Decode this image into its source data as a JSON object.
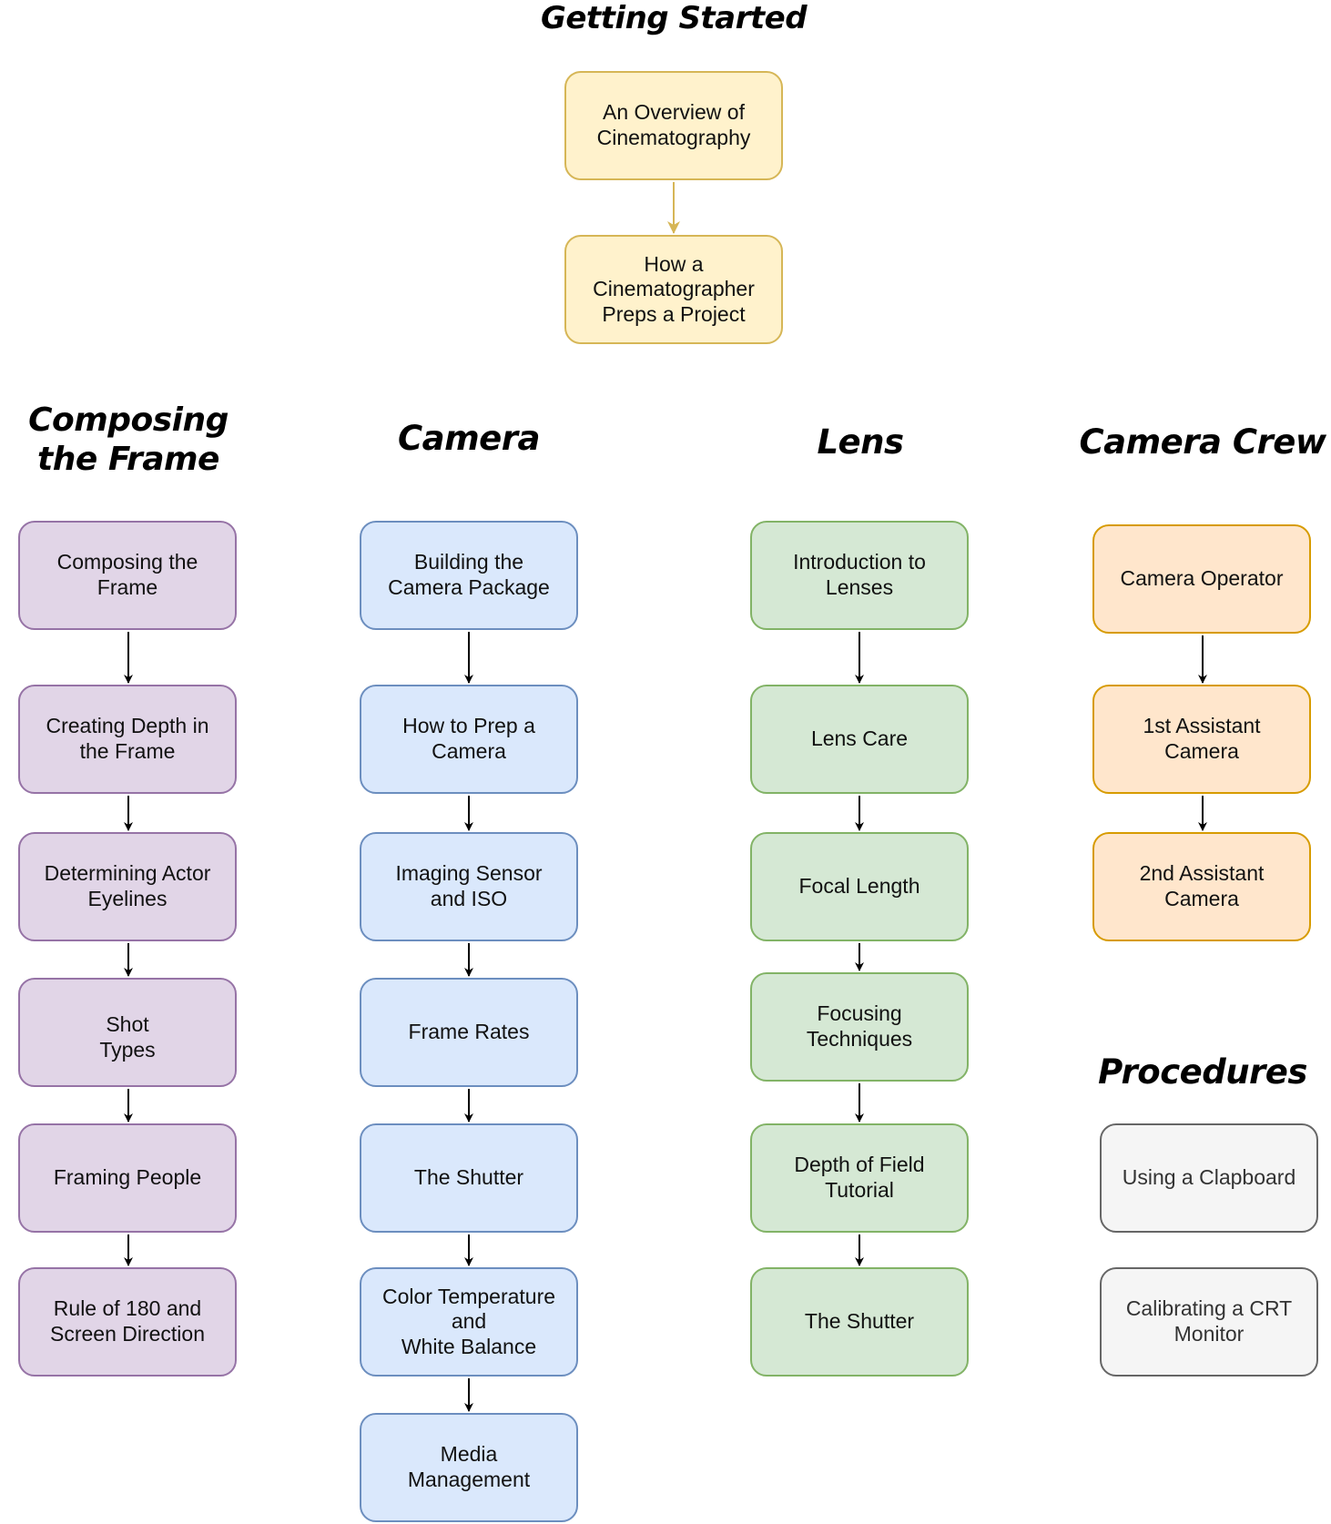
{
  "headings": {
    "getting_started": "Getting Started",
    "composing": "Composing\nthe Frame",
    "camera": "Camera",
    "lens": "Lens",
    "camera_crew": "Camera Crew",
    "procedures": "Procedures"
  },
  "getting_started": [
    "An Overview of\nCinematography",
    "How a\nCinematographer\nPreps a Project"
  ],
  "composing": [
    "Composing the\nFrame",
    "Creating Depth in\nthe Frame",
    "Determining Actor\nEyelines",
    "Shot\nTypes",
    "Framing People",
    "Rule of 180 and\nScreen Direction"
  ],
  "camera": [
    "Building the\nCamera Package",
    "How to Prep a\nCamera",
    "Imaging Sensor\nand ISO",
    "Frame Rates",
    "The Shutter",
    "Color Temperature\nand\nWhite Balance",
    "Media\nManagement"
  ],
  "lens": [
    "Introduction to\nLenses",
    "Lens Care",
    "Focal Length",
    "Focusing\nTechniques",
    "Depth of Field\nTutorial",
    "The Shutter"
  ],
  "camera_crew": [
    "Camera Operator",
    "1st Assistant\nCamera",
    "2nd Assistant\nCamera"
  ],
  "procedures": [
    "Using a Clapboard",
    "Calibrating a CRT\nMonitor"
  ],
  "colors": {
    "yellow_arrow": "#d6b656",
    "black_arrow": "#000000"
  }
}
